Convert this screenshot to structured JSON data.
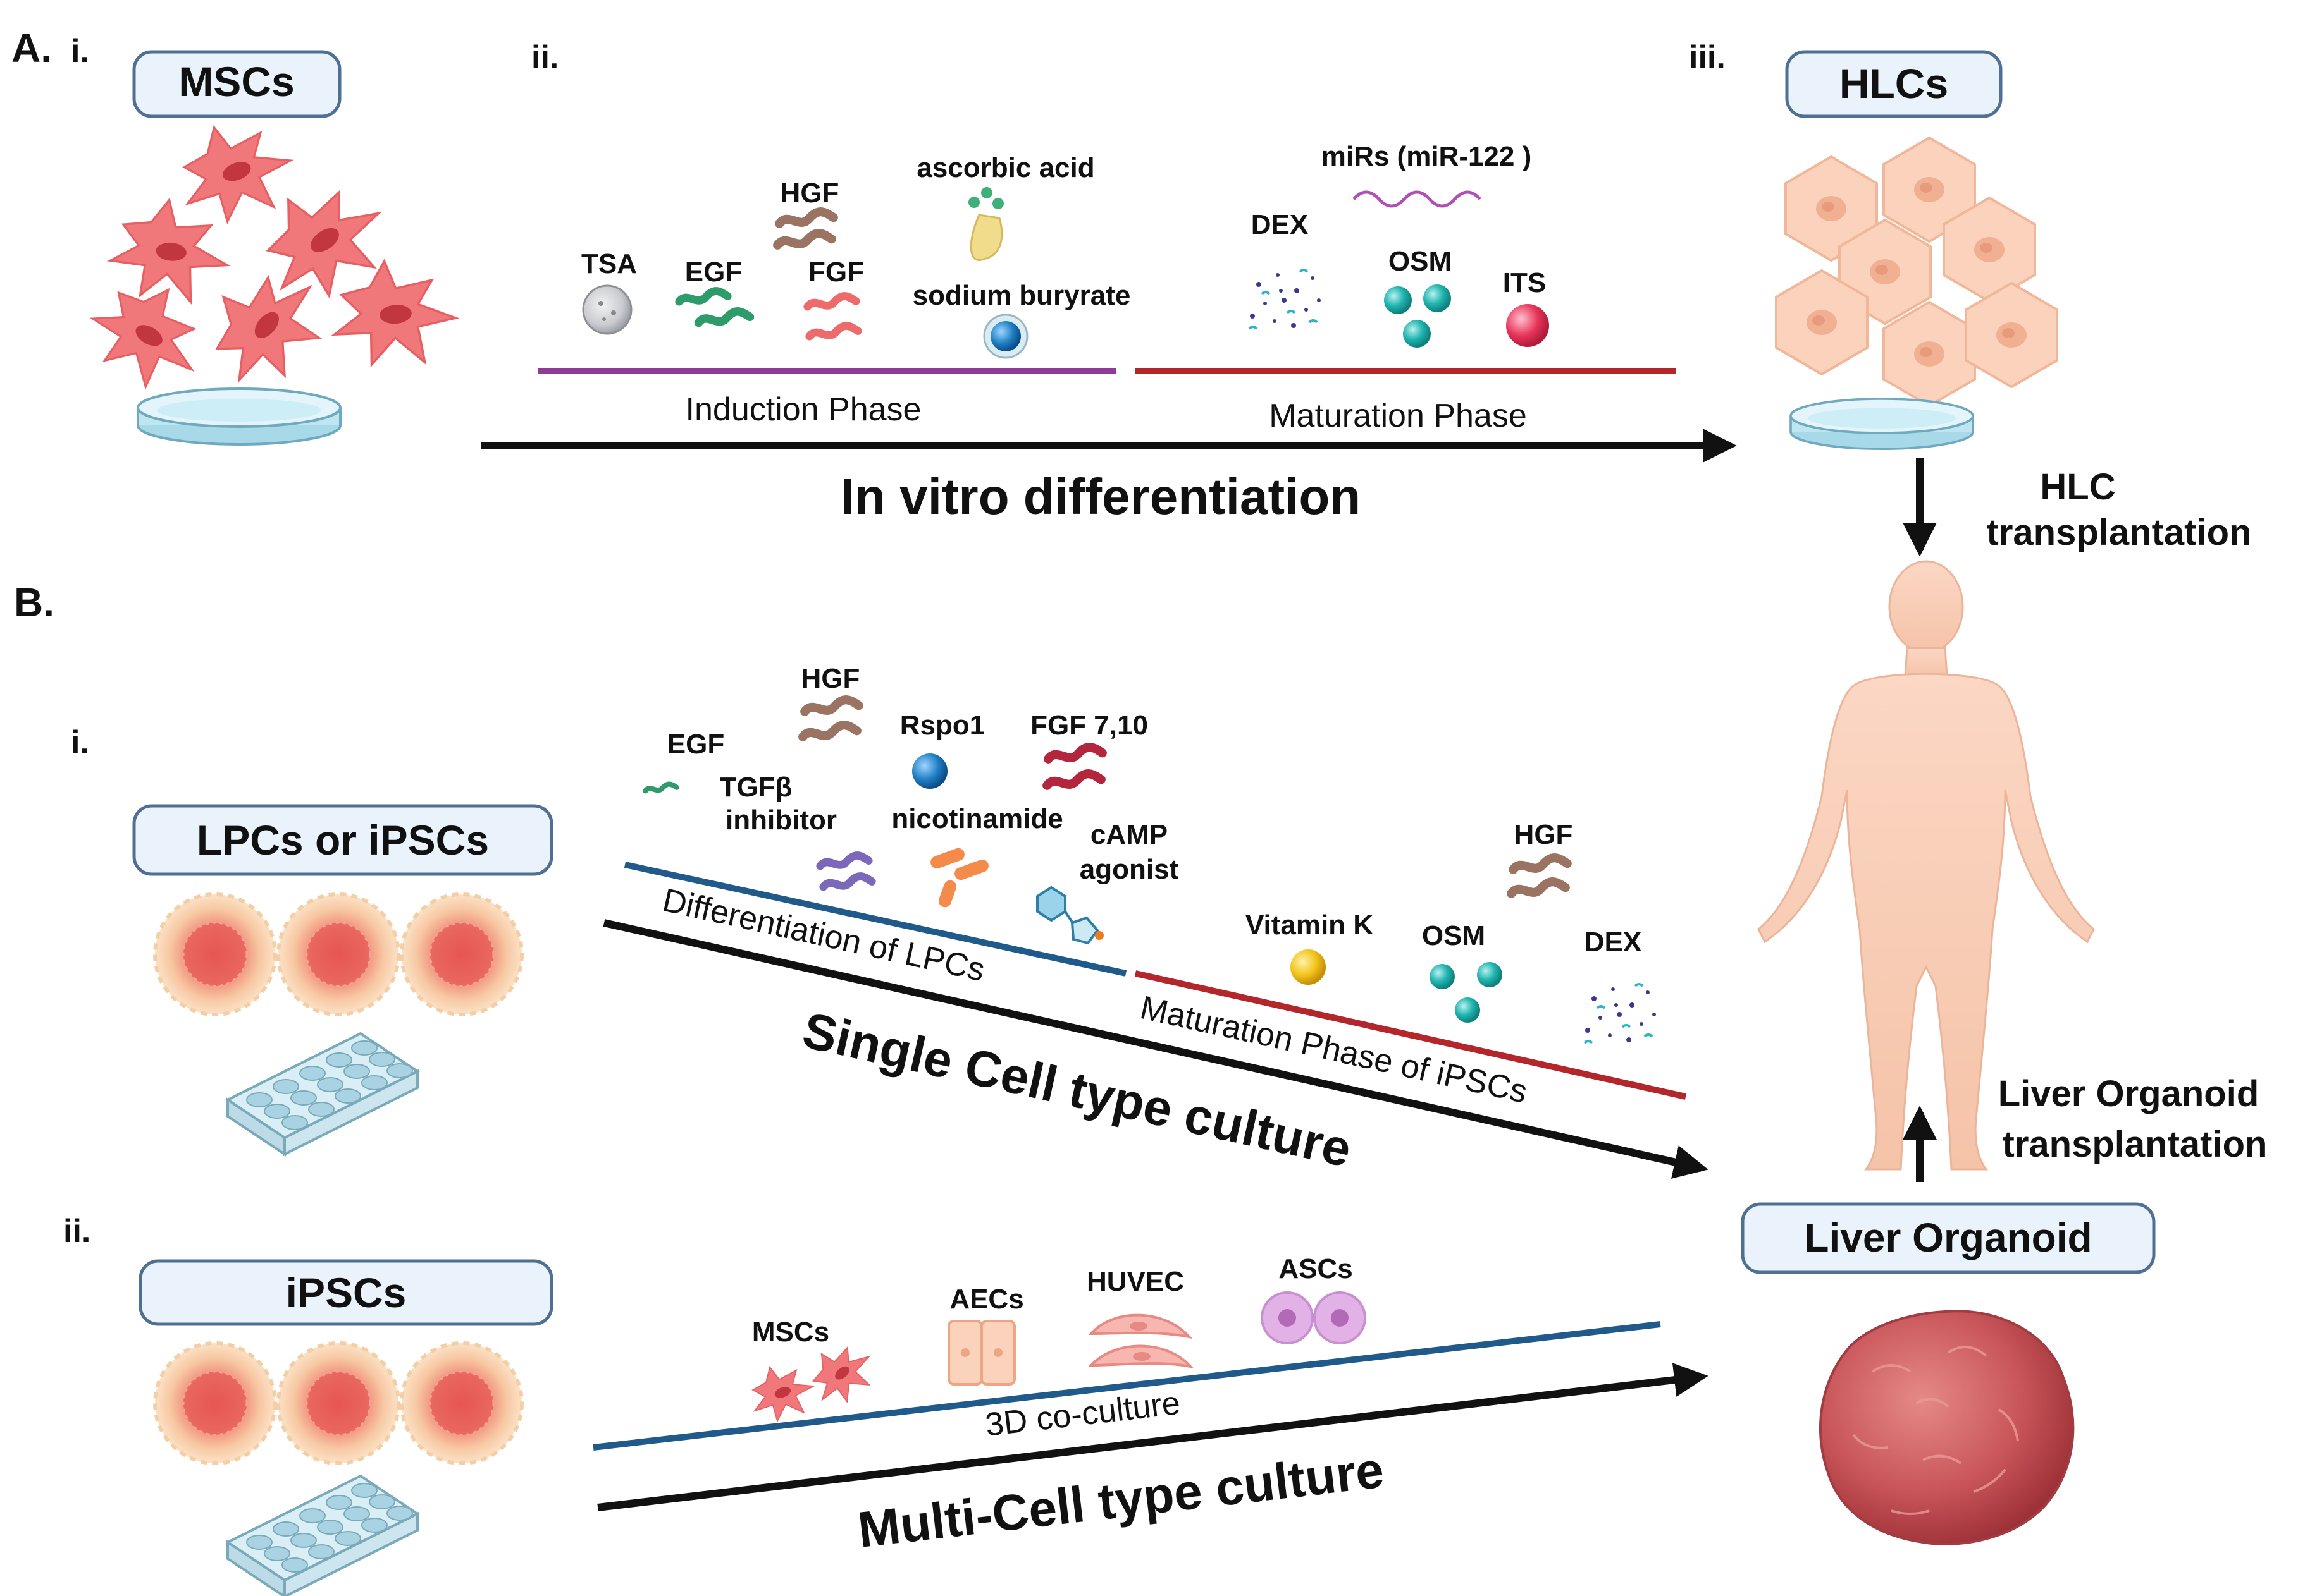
{
  "panel_a": {
    "label": "A.",
    "sub_i": "i.",
    "sub_ii": "ii.",
    "sub_iii": "iii.",
    "start_cell": "MSCs",
    "end_cell": "HLCs",
    "factors_induction": {
      "tsa": "TSA",
      "egf": "EGF",
      "hgf": "HGF",
      "fgf": "FGF",
      "ascorbic_acid": "ascorbic acid",
      "sodium_butyrate": "sodium buryrate"
    },
    "factors_maturation": {
      "mirs": "miRs (miR-122 )",
      "dex": "DEX",
      "osm": "OSM",
      "its": "ITS"
    },
    "phase_induction": "Induction Phase",
    "phase_maturation": "Maturation  Phase",
    "process_title": "In vitro differentiation",
    "colors": {
      "induction": "#8e3c95",
      "maturation": "#b3262b"
    }
  },
  "hlc_transplant": {
    "line1": "HLC",
    "line2": "transplantation"
  },
  "panel_b": {
    "label": "B.",
    "sub_i": "i.",
    "sub_ii": "ii.",
    "row_i": {
      "cell_label": "LPCs or iPSCs",
      "factors": {
        "hgf": "HGF",
        "egf": "EGF",
        "rspo1": "Rspo1",
        "fgf710": "FGF 7,10",
        "tgfb_line1": "TGFβ",
        "tgfb_line2": "inhibitor",
        "nicotinamide": "nicotinamide",
        "camp_line1": "cAMP",
        "camp_line2": "agonist",
        "vitamin_k": "Vitamin K",
        "osm": "OSM",
        "dex": "DEX",
        "hgf2": "HGF"
      },
      "phase_differentiation": "Differentiation of LPCs",
      "phase_maturation": "Maturation  Phase of iPSCs",
      "process_title": "Single Cell type culture"
    },
    "row_ii": {
      "cell_label": "iPSCs",
      "cocells": {
        "mscs": "MSCs",
        "aecs": "AECs",
        "huvec": "HUVEC",
        "ascs": "ASCs"
      },
      "phase": "3D co-culture",
      "process_title": "Multi-Cell type culture"
    },
    "colors": {
      "differentiation": "#1f5a8a",
      "maturation": "#b3262b"
    }
  },
  "liver_organoid": {
    "label": "Liver Organoid"
  },
  "organoid_transplant": {
    "line1": "Liver Organoid",
    "line2": "transplantation"
  }
}
